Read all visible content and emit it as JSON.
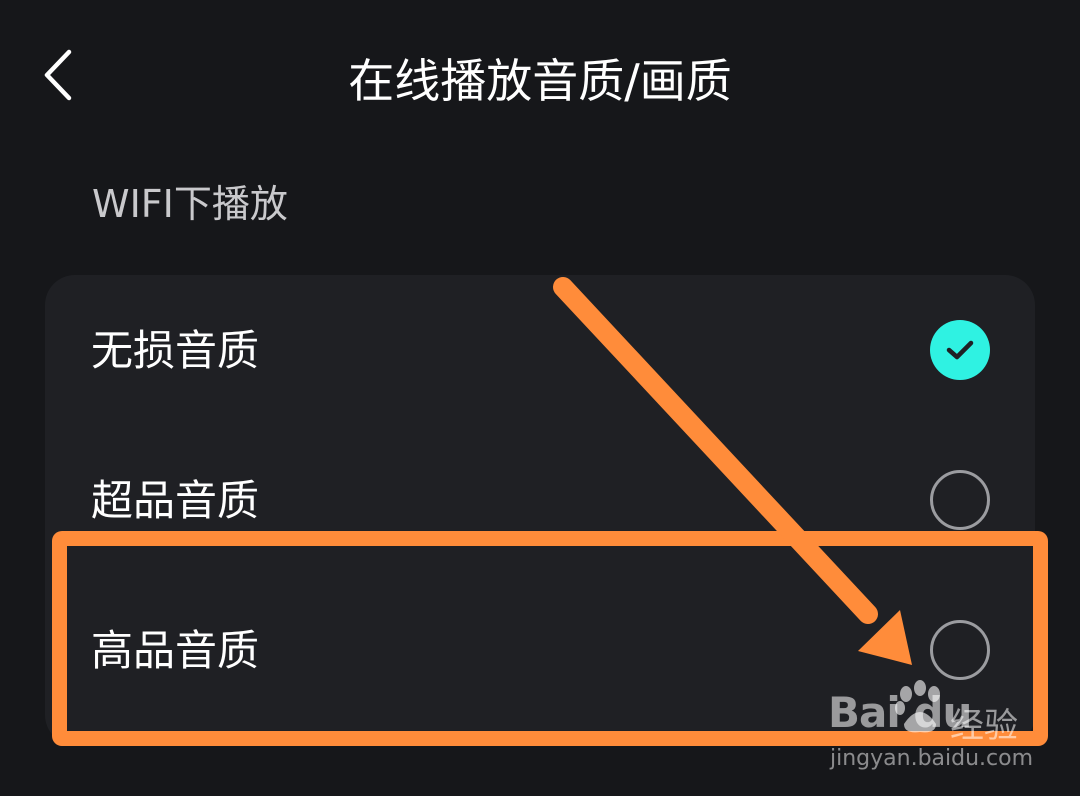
{
  "header": {
    "title": "在线播放音质/画质",
    "back_icon": "chevron-left-icon"
  },
  "section": {
    "label": "WIFI下播放"
  },
  "options": [
    {
      "label": "无损音质",
      "selected": true
    },
    {
      "label": "超品音质",
      "selected": false
    },
    {
      "label": "高品音质",
      "selected": false
    }
  ],
  "colors": {
    "background": "#16171a",
    "card": "#1f2024",
    "accent": "#2ff2e2",
    "annotation": "#ff8c3a"
  },
  "watermark": {
    "brand": "Bai du",
    "product": "经验",
    "url": "jingyan.baidu.com"
  }
}
